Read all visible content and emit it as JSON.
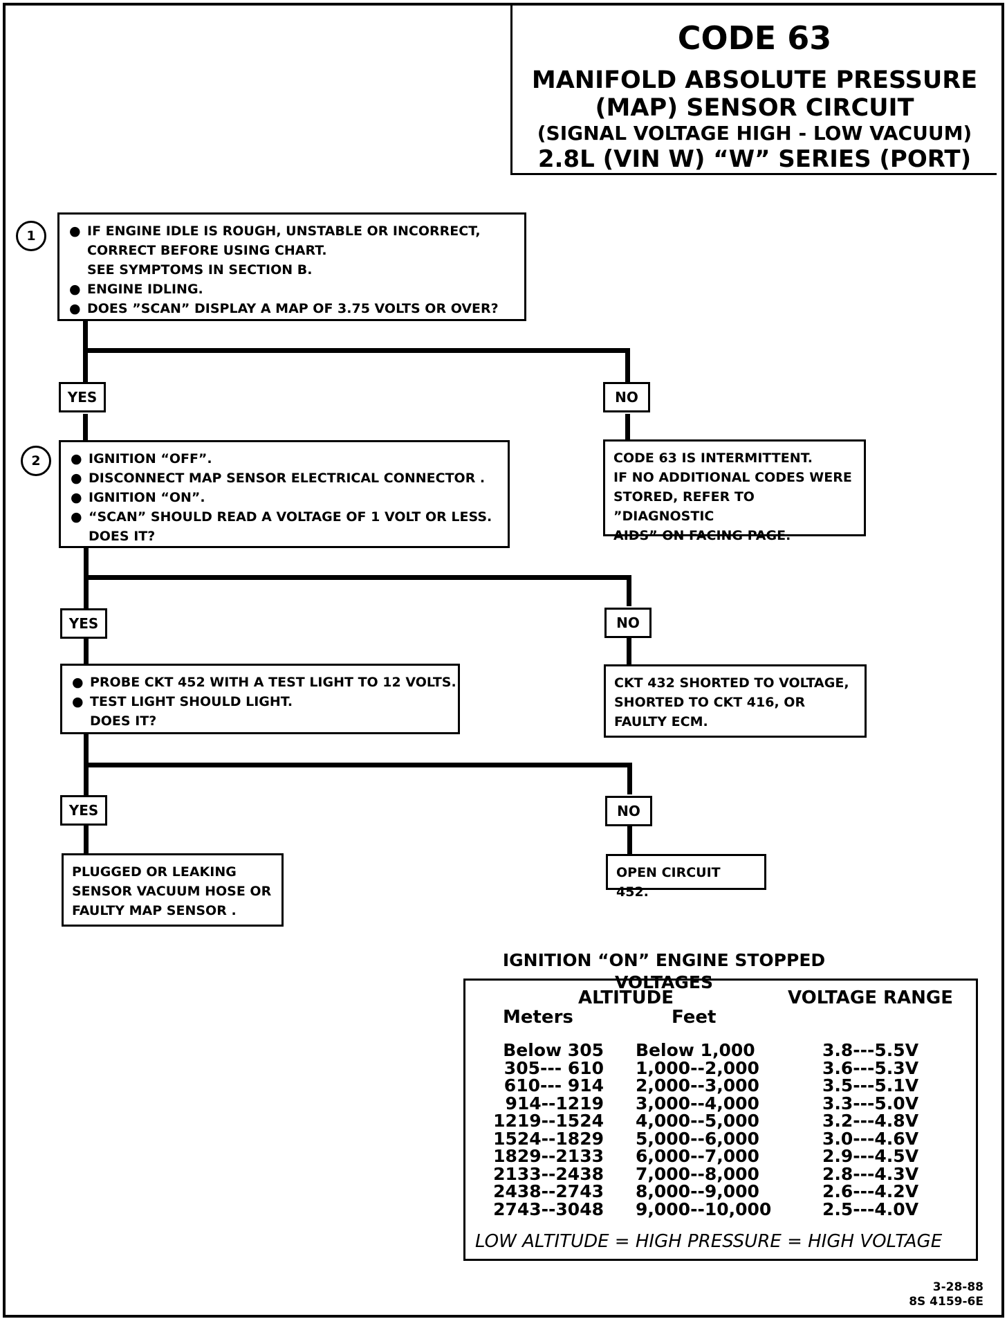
{
  "title": {
    "code": "CODE 63",
    "line1": "MANIFOLD ABSOLUTE PRESSURE",
    "line2": "(MAP) SENSOR CIRCUIT",
    "line3": "(SIGNAL VOLTAGE HIGH - LOW VACUUM)",
    "line4": "2.8L  (VIN W)  “W”  SERIES  (PORT)"
  },
  "steps": {
    "step1_num": "1",
    "step1_bullets": [
      "IF ENGINE IDLE IS ROUGH, UNSTABLE OR INCORRECT,",
      "ENGINE IDLING.",
      "DOES ”SCAN” DISPLAY A MAP OF 3.75  VOLTS OR OVER?"
    ],
    "step1_cont": [
      "CORRECT BEFORE USING CHART.",
      "SEE SYMPTOMS IN SECTION B."
    ],
    "step2_num": "2",
    "step2_bullets": [
      "IGNITION “OFF”.",
      "DISCONNECT MAP SENSOR ELECTRICAL CONNECTOR .",
      "IGNITION “ON”.",
      "“SCAN” SHOULD READ  A VOLTAGE OF 1 VOLT OR LESS."
    ],
    "step2_cont": "DOES IT?",
    "step3_bullets": [
      "PROBE CKT 452 WITH A TEST LIGHT TO 12  VOLTS.",
      "TEST LIGHT SHOULD LIGHT."
    ],
    "step3_cont": "DOES IT?"
  },
  "labels": {
    "yes": "YES",
    "no": "NO"
  },
  "results": {
    "intermittent": [
      "CODE 63 IS INTERMITTENT.",
      "IF NO ADDITIONAL CODES WERE",
      "STORED, REFER TO ”DIAGNOSTIC",
      "AIDS” ON FACING PAGE."
    ],
    "ckt432": [
      "CKT 432 SHORTED TO VOLTAGE,",
      "SHORTED TO CKT 416, OR",
      "FAULTY ECM."
    ],
    "plugged": [
      "PLUGGED OR LEAKING",
      "SENSOR  VACUUM HOSE OR",
      "FAULTY MAP SENSOR ."
    ],
    "open452": "OPEN CIRCUIT 452."
  },
  "table": {
    "title": "IGNITION “ON” ENGINE STOPPED VOLTAGES",
    "altitude_header": "ALTITUDE",
    "meters_header": "Meters",
    "feet_header": "Feet",
    "voltage_header": "VOLTAGE RANGE",
    "meters": [
      "Below 305",
      "305--- 610",
      "610--- 914",
      "914--1219",
      "1219--1524",
      "1524--1829",
      "1829--2133",
      "2133--2438",
      "2438--2743",
      "2743--3048"
    ],
    "feet": [
      "Below 1,000",
      "1,000--2,000",
      "2,000--3,000",
      "3,000--4,000",
      "4,000--5,000",
      "5,000--6,000",
      "6,000--7,000",
      "7,000--8,000",
      "8,000--9,000",
      "9,000--10,000"
    ],
    "voltage": [
      "3.8---5.5V",
      "3.6---5.3V",
      "3.5---5.1V",
      "3.3---5.0V",
      "3.2---4.8V",
      "3.0---4.6V",
      "2.9---4.5V",
      "2.8---4.3V",
      "2.6---4.2V",
      "2.5---4.0V"
    ],
    "footer": "LOW ALTITUDE  =  HIGH PRESSURE  =  HIGH VOLTAGE"
  },
  "stamp": {
    "date": "3-28-88",
    "ref": "8S 4159-6E"
  }
}
